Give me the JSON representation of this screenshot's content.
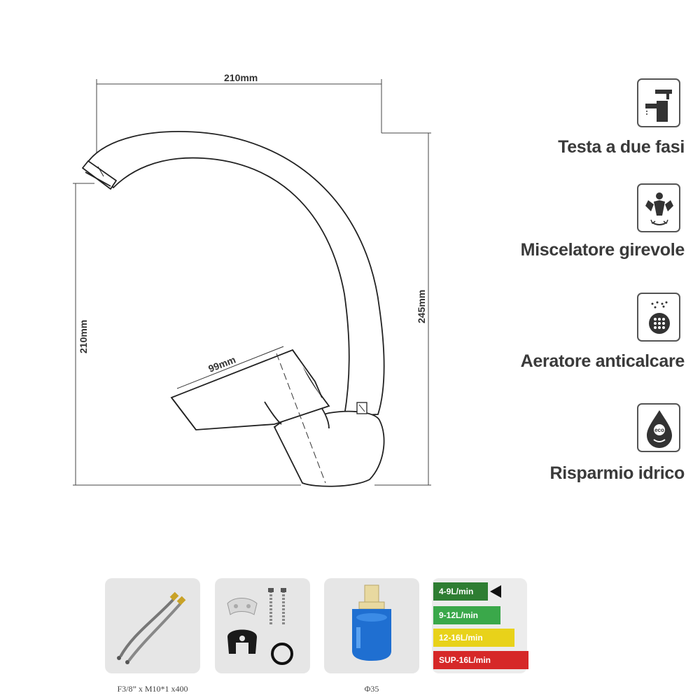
{
  "dimensions": {
    "top_width": "210mm",
    "left_height": "210mm",
    "right_height": "245mm",
    "handle_length": "99mm"
  },
  "features": [
    {
      "icon": "faucet-icon",
      "label": "Testa a due fasi"
    },
    {
      "icon": "swivel-icon",
      "label": "Miscelatore girevole"
    },
    {
      "icon": "aerator-icon",
      "label": "Aeratore anticalcare"
    },
    {
      "icon": "eco-drop-icon",
      "label": "Risparmio idrico"
    }
  ],
  "accessories": {
    "hoses_caption": "F3/8” x M10*1 x400",
    "cartridge_caption": "Φ35"
  },
  "flow_rates": [
    {
      "label": "4-9L/min",
      "color": "#2e7d32",
      "selected": true
    },
    {
      "label": "9-12L/min",
      "color": "#3aa84a",
      "selected": false
    },
    {
      "label": "12-16L/min",
      "color": "#e8d21a",
      "selected": false
    },
    {
      "label": "SUP-16L/min",
      "color": "#d62828",
      "selected": false
    }
  ]
}
